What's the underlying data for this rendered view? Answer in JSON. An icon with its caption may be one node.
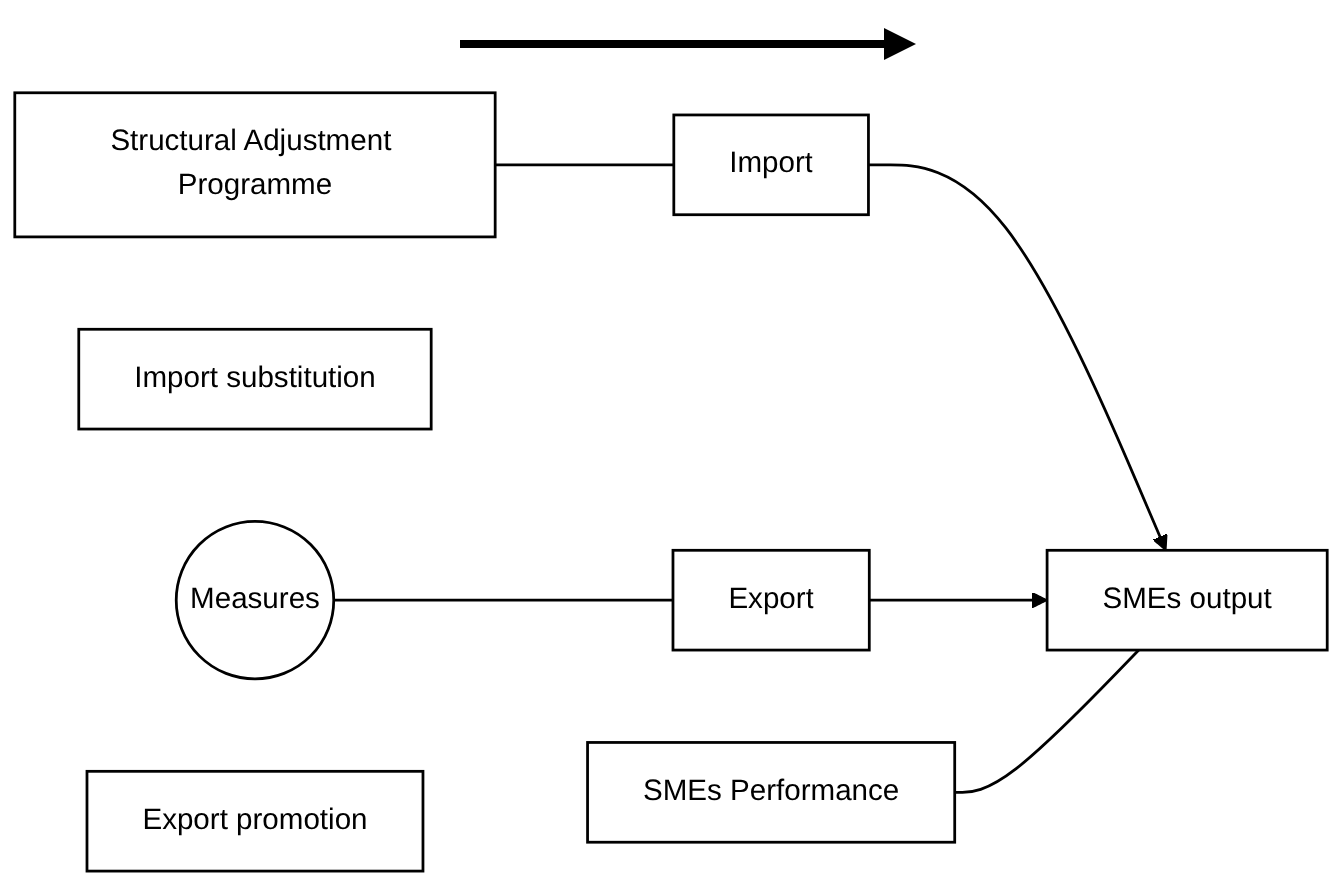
{
  "diagram": {
    "nodes": [
      {
        "text": [
          "Structural Adjustment Programme"
        ]
      },
      {
        "text": [
          "Import substitution"
        ]
      },
      {
        "text": [
          "Measures"
        ]
      },
      {
        "text": [
          "Import"
        ]
      },
      {
        "text": [
          "Export promotion"
        ]
      },
      {
        "text": [
          "Export"
        ]
      },
      {
        "text": [
          "SMEs Performance"
        ]
      },
      {
        "text": [
          "SMEs output"
        ]
      }
    ],
    "edges": [
      {
        "from": 0,
        "to": 3,
        "arrow": "none"
      },
      {
        "from": 2,
        "to": 5,
        "arrow": "none"
      },
      {
        "from": 3,
        "to": 7,
        "arrow": "to"
      },
      {
        "from": 5,
        "to": 7,
        "arrow": "to"
      },
      {
        "from": 6,
        "to": 7,
        "arrow": "none"
      }
    ]
  }
}
